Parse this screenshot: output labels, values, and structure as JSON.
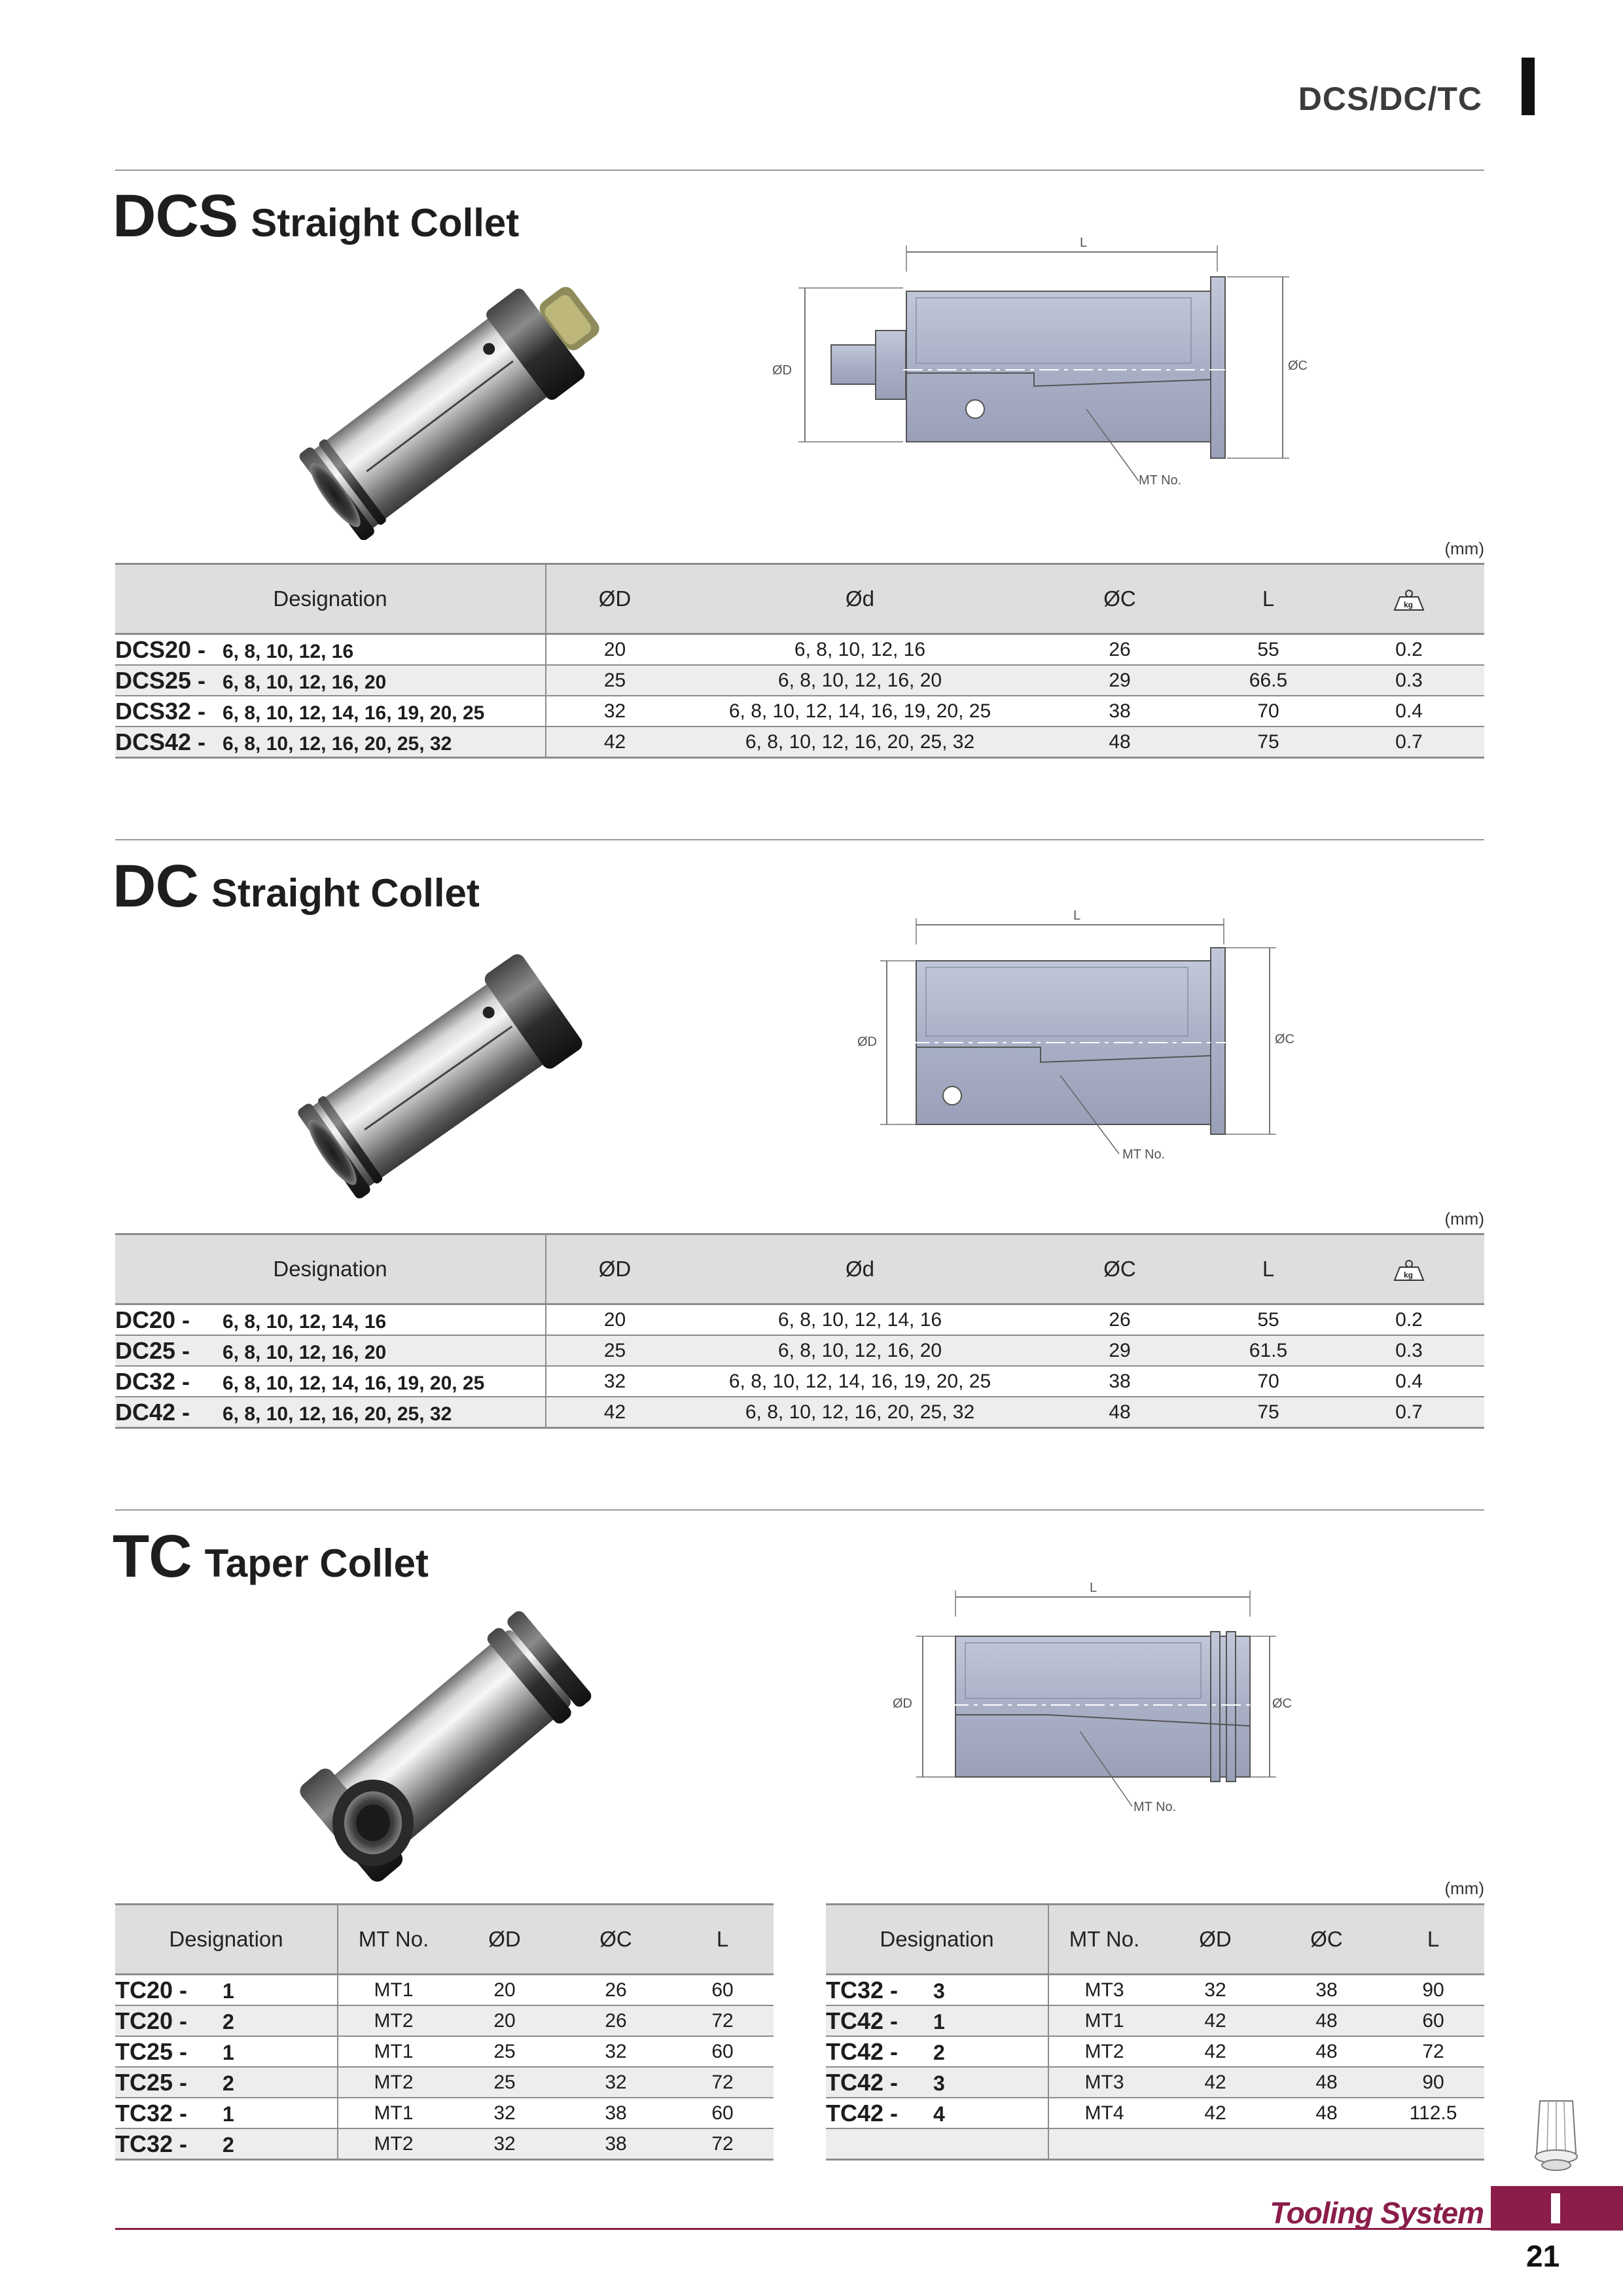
{
  "header": {
    "title": "DCS/DC/TC"
  },
  "unit_label": "(mm)",
  "drawing_labels": {
    "length": "L",
    "outer_dia": "ØD",
    "collar_dia": "ØC",
    "taper": "MT No."
  },
  "sections": {
    "dcs": {
      "code": "DCS",
      "name": "Straight Collet",
      "headers": [
        "Designation",
        "ØD",
        "Ød",
        "ØC",
        "L"
      ],
      "weight_icon": "kg",
      "rows": [
        {
          "code": "DCS20 -",
          "sizes": "6, 8, 10, 12, 16",
          "D": "20",
          "d": "6, 8, 10, 12, 16",
          "C": "26",
          "L": "55",
          "kg": "0.2"
        },
        {
          "code": "DCS25 -",
          "sizes": "6, 8, 10, 12, 16, 20",
          "D": "25",
          "d": "6, 8, 10, 12, 16, 20",
          "C": "29",
          "L": "66.5",
          "kg": "0.3"
        },
        {
          "code": "DCS32 -",
          "sizes": "6, 8, 10, 12, 14, 16, 19, 20, 25",
          "D": "32",
          "d": "6, 8, 10, 12, 14, 16, 19, 20, 25",
          "C": "38",
          "L": "70",
          "kg": "0.4"
        },
        {
          "code": "DCS42 -",
          "sizes": "6, 8, 10, 12, 16, 20, 25, 32",
          "D": "42",
          "d": "6, 8, 10, 12, 16, 20, 25, 32",
          "C": "48",
          "L": "75",
          "kg": "0.7"
        }
      ]
    },
    "dc": {
      "code": "DC",
      "name": "Straight Collet",
      "headers": [
        "Designation",
        "ØD",
        "Ød",
        "ØC",
        "L"
      ],
      "weight_icon": "kg",
      "rows": [
        {
          "code": "DC20 -",
          "sizes": "6, 8, 10, 12, 14, 16",
          "D": "20",
          "d": "6, 8, 10, 12, 14, 16",
          "C": "26",
          "L": "55",
          "kg": "0.2"
        },
        {
          "code": "DC25 -",
          "sizes": "6, 8, 10, 12, 16, 20",
          "D": "25",
          "d": "6, 8, 10, 12, 16, 20",
          "C": "29",
          "L": "61.5",
          "kg": "0.3"
        },
        {
          "code": "DC32 -",
          "sizes": "6, 8, 10, 12, 14, 16, 19, 20, 25",
          "D": "32",
          "d": "6, 8, 10, 12, 14, 16, 19, 20, 25",
          "C": "38",
          "L": "70",
          "kg": "0.4"
        },
        {
          "code": "DC42 -",
          "sizes": "6, 8, 10, 12, 16, 20, 25, 32",
          "D": "42",
          "d": "6, 8, 10, 12, 16, 20, 25, 32",
          "C": "48",
          "L": "75",
          "kg": "0.7"
        }
      ]
    },
    "tc": {
      "code": "TC",
      "name": "Taper Collet",
      "headers": [
        "Designation",
        "MT No.",
        "ØD",
        "ØC",
        "L"
      ],
      "left_rows": [
        {
          "code": "TC20 -",
          "n": "1",
          "mt": "MT1",
          "D": "20",
          "C": "26",
          "L": "60"
        },
        {
          "code": "TC20 -",
          "n": "2",
          "mt": "MT2",
          "D": "20",
          "C": "26",
          "L": "72"
        },
        {
          "code": "TC25 -",
          "n": "1",
          "mt": "MT1",
          "D": "25",
          "C": "32",
          "L": "60"
        },
        {
          "code": "TC25 -",
          "n": "2",
          "mt": "MT2",
          "D": "25",
          "C": "32",
          "L": "72"
        },
        {
          "code": "TC32 -",
          "n": "1",
          "mt": "MT1",
          "D": "32",
          "C": "38",
          "L": "60"
        },
        {
          "code": "TC32 -",
          "n": "2",
          "mt": "MT2",
          "D": "32",
          "C": "38",
          "L": "72"
        }
      ],
      "right_rows": [
        {
          "code": "TC32 -",
          "n": "3",
          "mt": "MT3",
          "D": "32",
          "C": "38",
          "L": "90"
        },
        {
          "code": "TC42 -",
          "n": "1",
          "mt": "MT1",
          "D": "42",
          "C": "48",
          "L": "60"
        },
        {
          "code": "TC42 -",
          "n": "2",
          "mt": "MT2",
          "D": "42",
          "C": "48",
          "L": "72"
        },
        {
          "code": "TC42 -",
          "n": "3",
          "mt": "MT3",
          "D": "42",
          "C": "48",
          "L": "90"
        },
        {
          "code": "TC42 -",
          "n": "4",
          "mt": "MT4",
          "D": "42",
          "C": "48",
          "L": "112.5"
        },
        {
          "code": "",
          "n": "",
          "mt": "",
          "D": "",
          "C": "",
          "L": ""
        }
      ]
    }
  },
  "footer": {
    "text": "Tooling System",
    "tab_mark": "I",
    "page_number": "21"
  }
}
